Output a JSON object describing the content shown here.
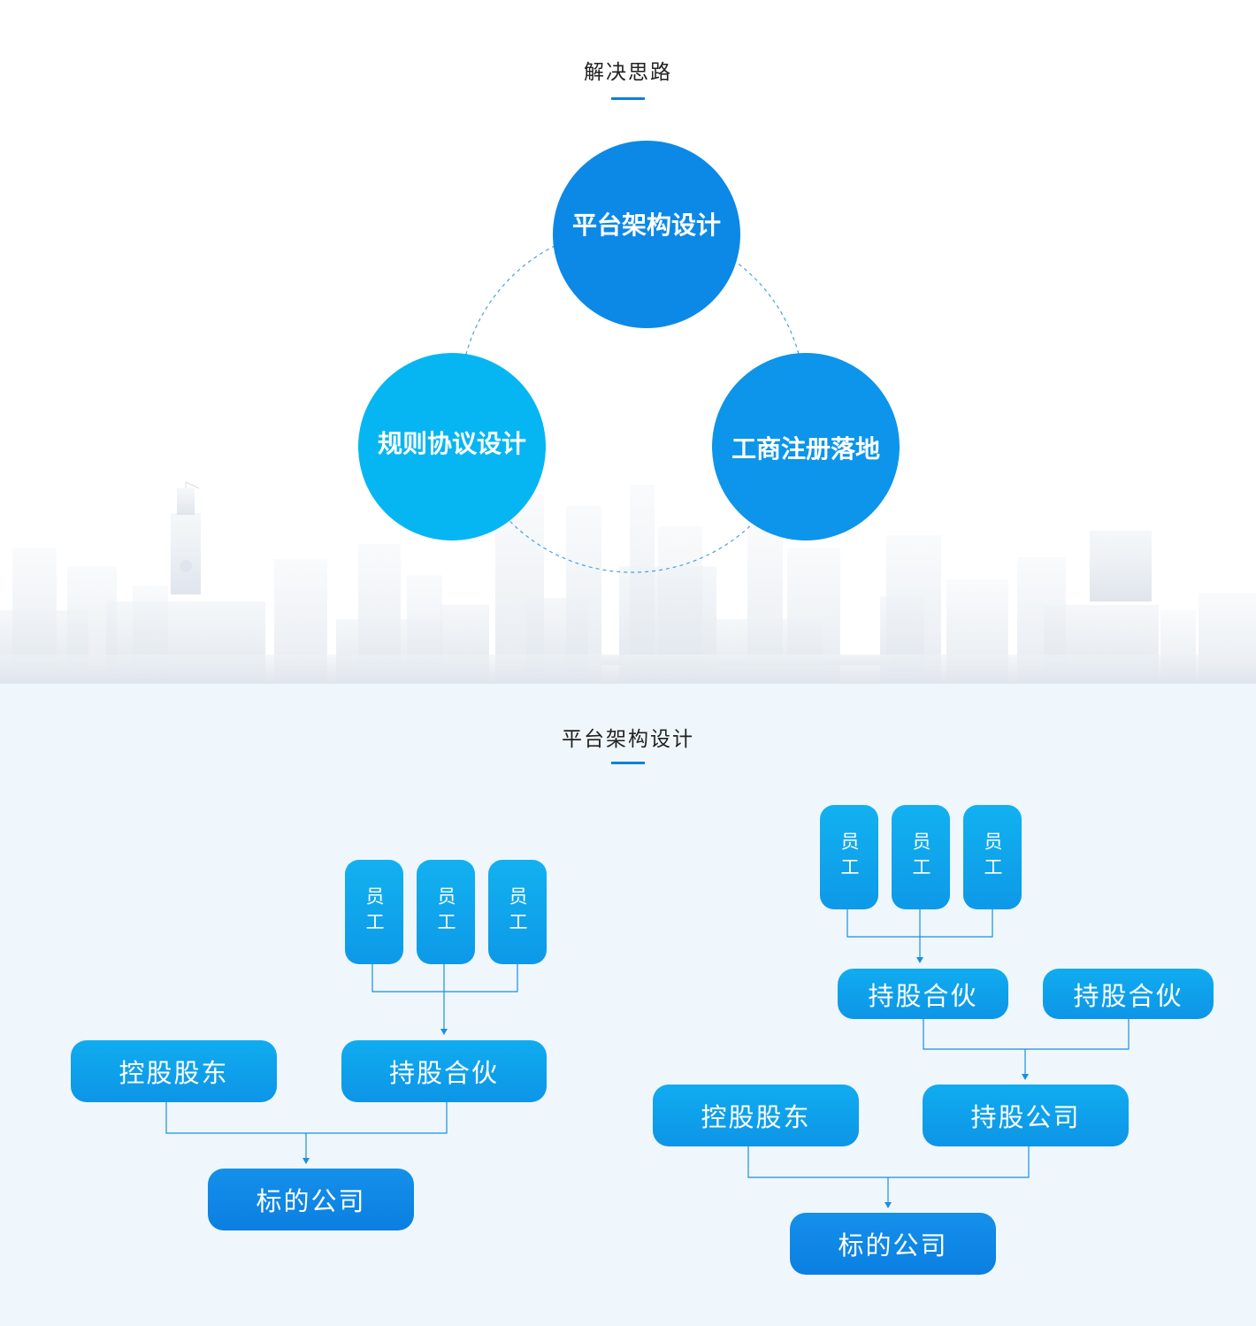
{
  "solution": {
    "title": "解决思路",
    "circles": [
      {
        "label": "平台架构设计",
        "color": "#0c89e6"
      },
      {
        "label": "规则协议设计",
        "color": "#06b6f2"
      },
      {
        "label": "工商注册落地",
        "color": "#0c95ea"
      }
    ]
  },
  "architecture": {
    "title": "平台架构设计",
    "left": {
      "employees": [
        "员工",
        "员工",
        "员工"
      ],
      "holding_partnership": "持股合伙",
      "controlling_shareholder": "控股股东",
      "target_company": "标的公司"
    },
    "right": {
      "employees": [
        "员工",
        "员工",
        "员工"
      ],
      "holding_partnership_1": "持股合伙",
      "holding_partnership_2": "持股合伙",
      "controlling_shareholder": "控股股东",
      "holding_company": "持股公司",
      "target_company": "标的公司"
    }
  },
  "colors": {
    "accent": "#0c7fdd",
    "connector": "#1a8fe0",
    "skyline": "#e9eef3"
  }
}
